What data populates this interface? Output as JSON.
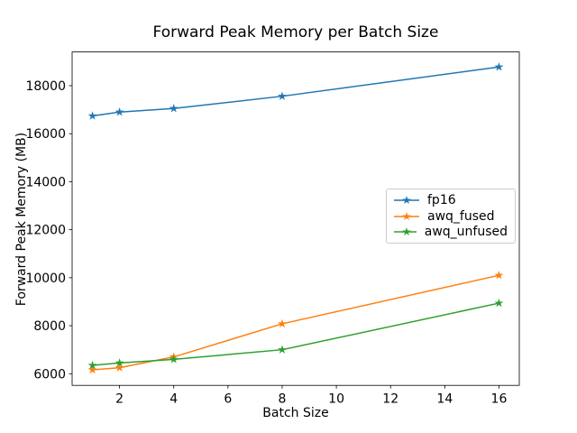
{
  "chart_data": {
    "type": "line",
    "title": "Forward Peak Memory per Batch Size",
    "xlabel": "Batch Size",
    "ylabel": "Forward Peak Memory (MB)",
    "x": [
      1,
      2,
      4,
      8,
      16
    ],
    "series": [
      {
        "name": "fp16",
        "color": "#1f77b4",
        "marker": "star",
        "values": [
          16740,
          16900,
          17050,
          17560,
          18780
        ]
      },
      {
        "name": "awq_fused",
        "color": "#ff7f0e",
        "marker": "star",
        "values": [
          6160,
          6250,
          6700,
          8080,
          10100
        ]
      },
      {
        "name": "awq_unfused",
        "color": "#2ca02c",
        "marker": "star",
        "values": [
          6350,
          6450,
          6600,
          7000,
          8940
        ]
      }
    ],
    "xticks": [
      2,
      4,
      6,
      8,
      10,
      12,
      14,
      16
    ],
    "yticks": [
      6000,
      8000,
      10000,
      12000,
      14000,
      16000,
      18000
    ],
    "xlim": [
      0.25,
      16.75
    ],
    "ylim": [
      5515,
      19405
    ],
    "grid": false,
    "legend": {
      "position": "center right",
      "entries": [
        "fp16",
        "awq_fused",
        "awq_unfused"
      ]
    },
    "background": "#ffffff",
    "text_color": "#000000",
    "spine_color": "#000000"
  }
}
